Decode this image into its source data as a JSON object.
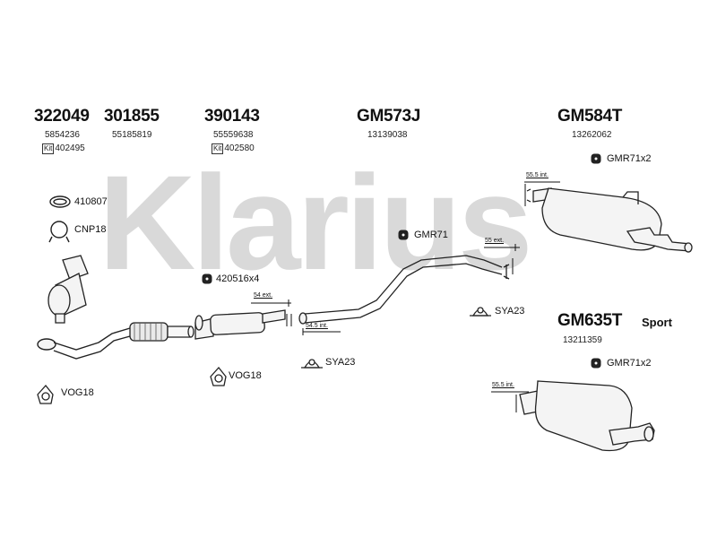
{
  "watermark": "Klarius",
  "groups": [
    {
      "part": "322049",
      "oe": "5854236",
      "kit": "402495"
    },
    {
      "part": "301855",
      "oe": "55185819"
    },
    {
      "part": "390143",
      "oe": "55559638",
      "kit": "402580"
    },
    {
      "part": "GM573J",
      "oe": "13139038"
    },
    {
      "part": "GM584T",
      "oe": "13262062"
    },
    {
      "part": "GM635T",
      "oe": "13211359",
      "badge": "Sport"
    }
  ],
  "kit_tag": "Kit",
  "fittings": {
    "f410807": "410807",
    "cnp18": "CNP18",
    "f420516": "420516x4",
    "vog18_a": "VOG18",
    "vog18_b": "VOG18",
    "sya23_a": "SYA23",
    "sya23_b": "SYA23",
    "gmr71": "GMR71",
    "gmr71x2_a": "GMR71x2",
    "gmr71x2_b": "GMR71x2"
  },
  "measurements": {
    "m1": "54 ext.",
    "m2": "54.5 int.",
    "m3": "55 ext.",
    "m4": "55.5 int.",
    "m5": "55.5 int."
  }
}
